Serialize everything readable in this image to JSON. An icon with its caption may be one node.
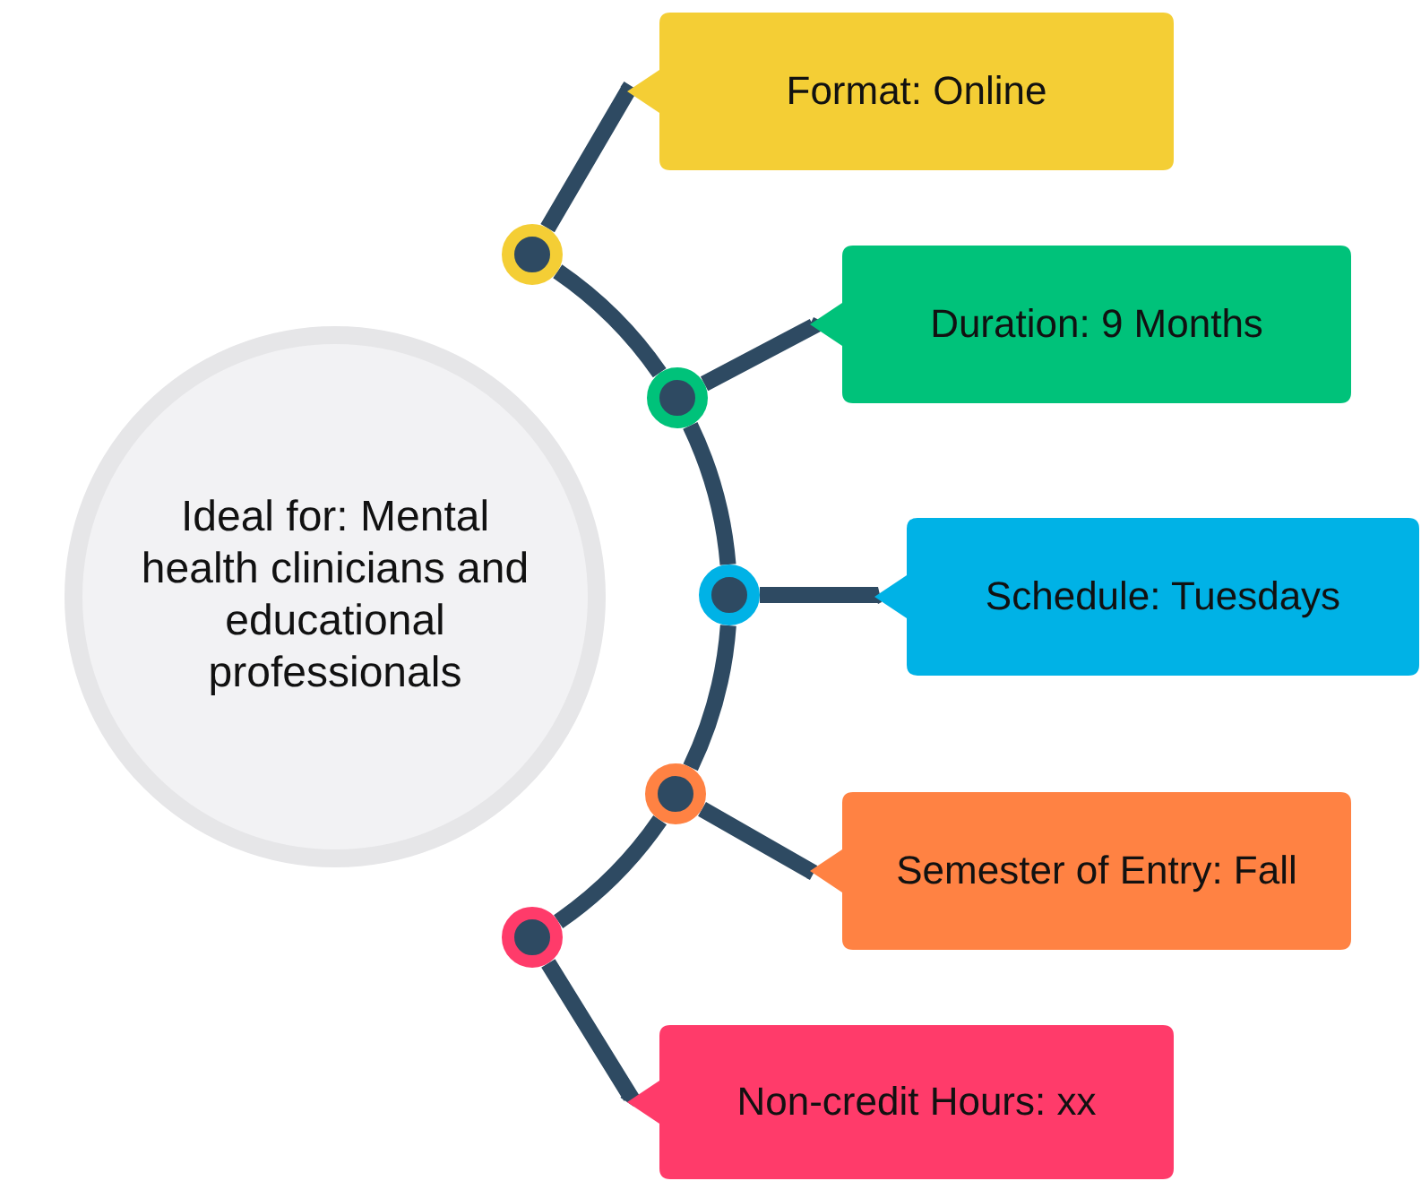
{
  "diagram": {
    "nodes": [
      {
        "text": [
          "Ideal for: Mental health clinicians and educational professionals"
        ]
      },
      {
        "text": [
          "Format: Online"
        ]
      },
      {
        "text": [
          "Duration: 9 Months"
        ]
      },
      {
        "text": [
          "Schedule: Tuesdays"
        ]
      },
      {
        "text": [
          "Semester of Entry: Fall"
        ]
      },
      {
        "text": [
          "Non-credit Hours: xx"
        ]
      },
      {
        "text": [],
        "shape": "circle"
      },
      {
        "text": [],
        "shape": "circle"
      },
      {
        "text": [],
        "shape": "circle"
      },
      {
        "text": [],
        "shape": "circle"
      },
      {
        "text": [],
        "shape": "circle"
      }
    ],
    "edges": [
      {
        "from": 6,
        "to": 1,
        "arrow": "none"
      },
      {
        "from": 7,
        "to": 2,
        "arrow": "none"
      },
      {
        "from": 8,
        "to": 3,
        "arrow": "none"
      },
      {
        "from": 9,
        "to": 4,
        "arrow": "none"
      },
      {
        "from": 10,
        "to": 5,
        "arrow": "none"
      },
      {
        "from": 6,
        "to": 7,
        "arrow": "none"
      },
      {
        "from": 7,
        "to": 8,
        "arrow": "none"
      },
      {
        "from": 8,
        "to": 9,
        "arrow": "none"
      },
      {
        "from": 9,
        "to": 10,
        "arrow": "none"
      }
    ]
  }
}
